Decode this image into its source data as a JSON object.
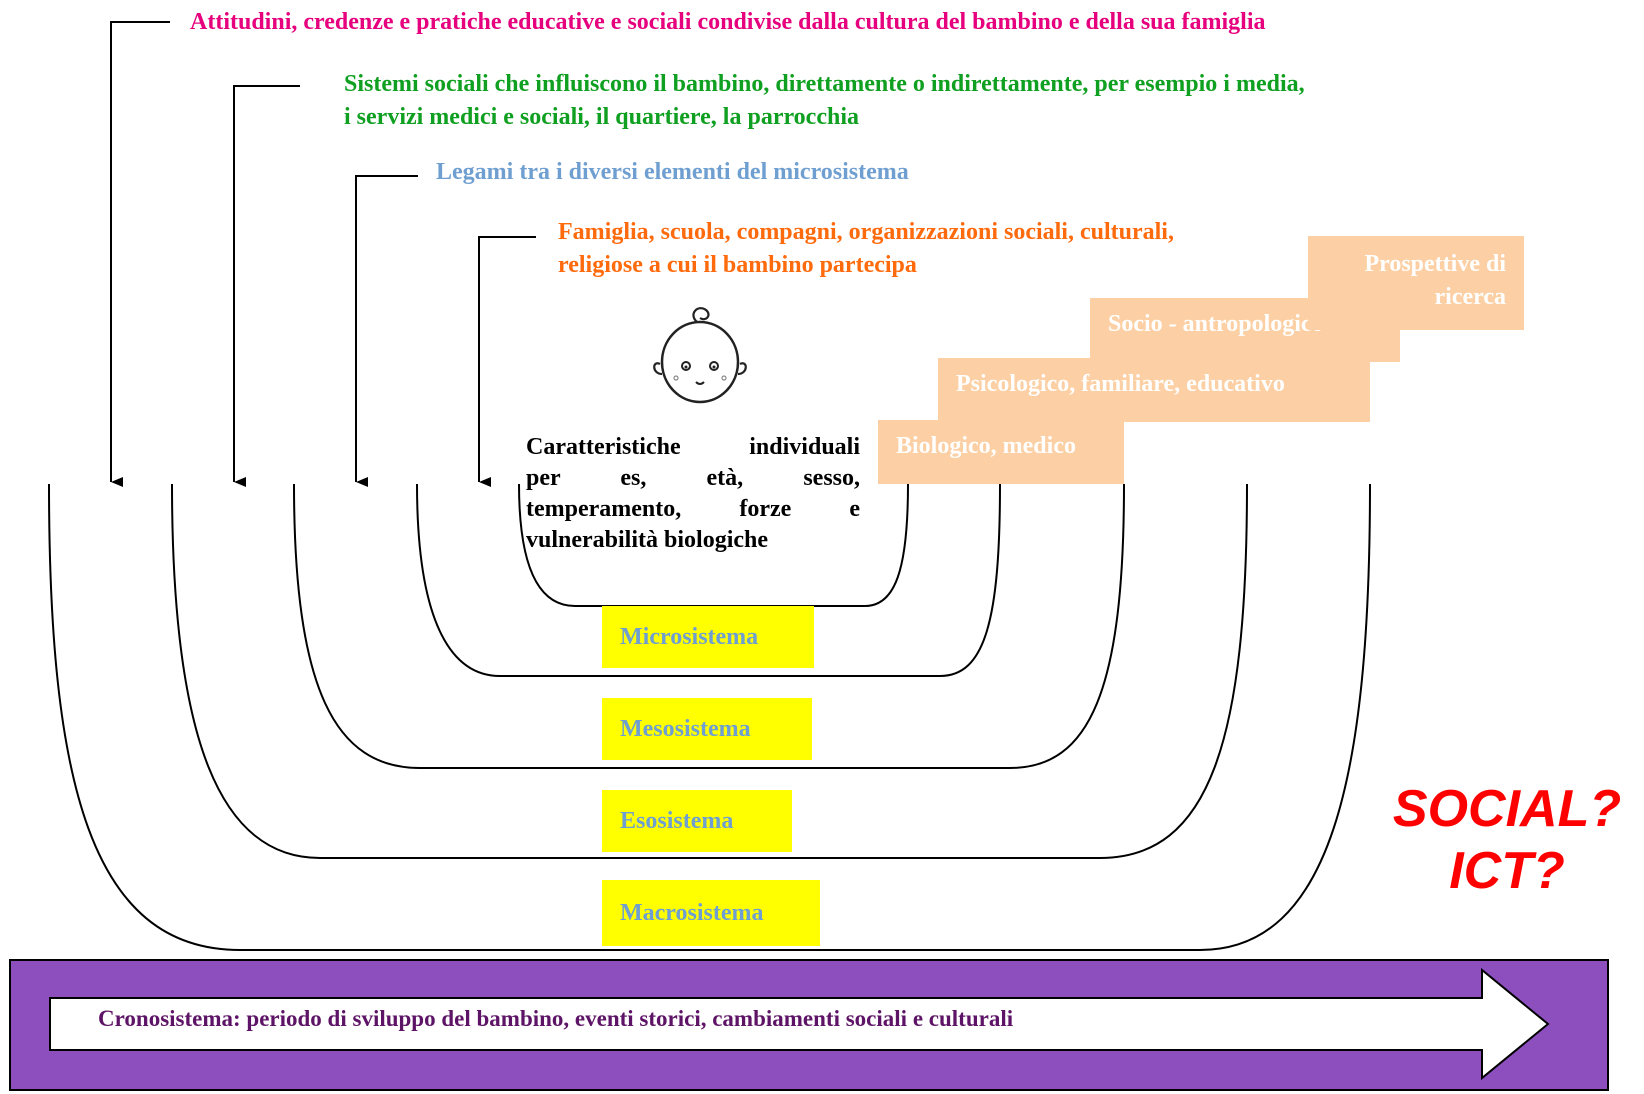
{
  "descriptions": {
    "macro_desc": "Attitudini, credenze e pratiche educative e sociali condivise dalla cultura del bambino e della sua famiglia",
    "eso_desc_line1": "Sistemi sociali che influiscono il bambino, direttamente o indirettamente, per esempio i media,",
    "eso_desc_line2": "i servizi medici e sociali, il quartiere, la parrocchia",
    "meso_desc": "Legami tra i diversi elementi del microsistema",
    "micro_desc_line1": "Famiglia, scuola, compagni, organizzazioni sociali, culturali,",
    "micro_desc_line2": "religiose a cui il bambino partecipa"
  },
  "individual": {
    "line1": "Caratteristiche individuali",
    "line2": "per es, età, sesso,",
    "line3": "temperamento, forze e",
    "line4": "vulnerabilità biologiche",
    "icon": "baby-face-icon"
  },
  "systems": {
    "micro": "Microsistema",
    "meso": "Mesosistema",
    "eso": "Esosistema",
    "macro": "Macrosistema"
  },
  "perspectives": {
    "bio": "Biologico, medico",
    "psi": "Psicologico, familiare, educativo",
    "socio": "Socio - antropologico",
    "research_line1": "Prospettive di",
    "research_line2": "ricerca"
  },
  "question": {
    "line1": "SOCIAL?",
    "line2": "ICT?"
  },
  "chronosystem": "Cronosistema: periodo di sviluppo del bambino, eventi storici, cambiamenti sociali e culturali",
  "colors": {
    "macro_text": "#e6007e",
    "eso_text": "#10a021",
    "meso_text": "#6f9fd1",
    "micro_text": "#ff6a0c",
    "system_label_bg": "#ffff00",
    "perspective_bg": "#fcd0a4",
    "question_text": "#ff0000",
    "chrono_band": "#8e4fbe",
    "chrono_text": "#5e1466"
  }
}
